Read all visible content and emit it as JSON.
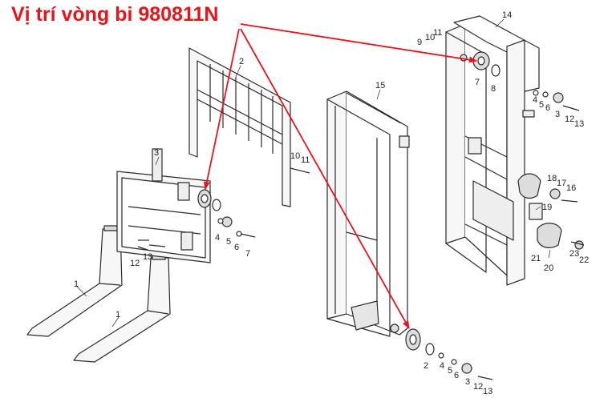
{
  "title": "Vị trí vòng bi 980811N",
  "colors": {
    "accent": "#e8141b",
    "line": "#2a2a2a",
    "fill": "#f7f7f7"
  },
  "part_numbers": {
    "fork_left": "1",
    "fork_right": "1",
    "carriage_backrest": "2",
    "carriage": "3",
    "car_4": "4",
    "car_5": "5",
    "car_6": "6",
    "car_7": "7",
    "car_10": "10",
    "car_11": "11",
    "car_12": "12",
    "car_13": "13",
    "inner_mast": "15",
    "inner_2": "2",
    "inner_4": "4",
    "inner_5": "5",
    "inner_6": "6",
    "inner_3": "3",
    "inner_12": "12",
    "inner_13": "13",
    "outer_mast": "14",
    "outer_9": "9",
    "outer_10": "10",
    "outer_11": "11",
    "outer_7": "7",
    "outer_8": "8",
    "outer_4": "4",
    "outer_5": "5",
    "outer_6": "6",
    "outer_3": "3",
    "outer_12": "12",
    "outer_13": "13",
    "outer_18": "18",
    "outer_17": "17",
    "outer_16": "16",
    "outer_19": "19",
    "outer_21": "21",
    "outer_20": "20",
    "outer_23": "23",
    "outer_22": "22"
  }
}
